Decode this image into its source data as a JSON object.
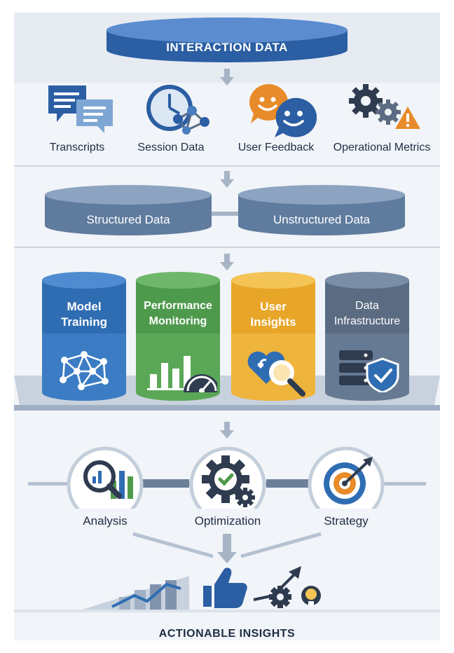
{
  "header": {
    "title": "INTERACTION DATA"
  },
  "sources": [
    {
      "label": "Transcripts",
      "icon": "chat-bubbles-icon"
    },
    {
      "label": "Session Data",
      "icon": "clock-network-icon"
    },
    {
      "label": "User Feedback",
      "icon": "smiley-faces-icon"
    },
    {
      "label": "Operational Metrics",
      "icon": "gears-warning-icon"
    }
  ],
  "data_types": {
    "structured": "Structured Data",
    "unstructured": "Unstructured Data"
  },
  "pillars": [
    {
      "line1": "Model",
      "line2": "Training",
      "icon": "neural-network-icon",
      "color": "#2f6db3"
    },
    {
      "line1": "Performance",
      "line2": "Monitoring",
      "icon": "bar-chart-gauge-icon",
      "color": "#4e9a4c"
    },
    {
      "line1": "User",
      "line2": "Insights",
      "icon": "heart-magnifier-icon",
      "color": "#e8a629"
    },
    {
      "line1": "Data",
      "line2": "Infrastructure",
      "icon": "server-shield-icon",
      "color": "#5a6b82"
    }
  ],
  "outcomes": [
    {
      "label": "Analysis",
      "icon": "magnifier-chart-icon"
    },
    {
      "label": "Optimization",
      "icon": "gear-check-icon"
    },
    {
      "label": "Strategy",
      "icon": "target-arrow-icon"
    }
  ],
  "footer": {
    "title": "ACTIONABLE INSIGHTS"
  },
  "colors": {
    "primary_blue": "#2f6db3",
    "green": "#4e9a4c",
    "amber": "#e8a629",
    "slate": "#5a6b82",
    "orange": "#e88b2a"
  }
}
